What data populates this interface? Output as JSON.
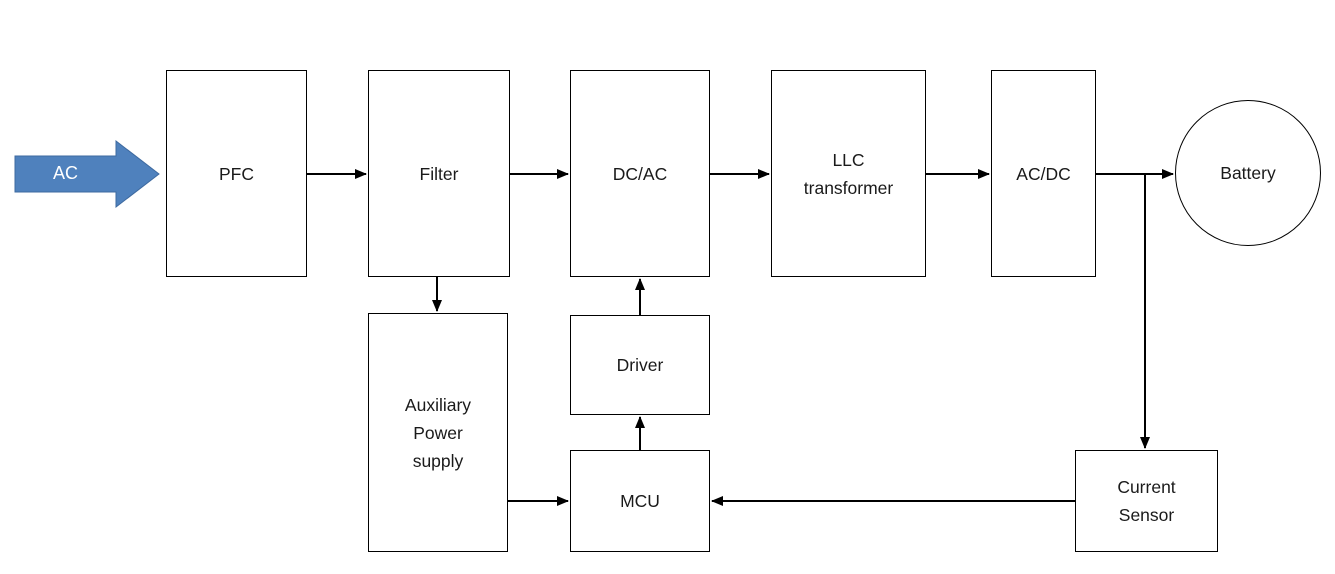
{
  "diagram": {
    "input": {
      "label": "AC",
      "fill": "#4f81bd",
      "stroke": "#3e6aa0"
    },
    "nodes": {
      "pfc": "PFC",
      "filter": "Filter",
      "dcac": "DC/AC",
      "llc": "LLC\ntransformer",
      "acdc": "AC/DC",
      "battery": "Battery",
      "aux": "Auxiliary\nPower\nsupply",
      "driver": "Driver",
      "mcu": "MCU",
      "sensor": "Current\nSensor"
    },
    "connections": [
      {
        "from": "AC",
        "to": "PFC"
      },
      {
        "from": "PFC",
        "to": "Filter"
      },
      {
        "from": "Filter",
        "to": "DC/AC"
      },
      {
        "from": "DC/AC",
        "to": "LLC transformer"
      },
      {
        "from": "LLC transformer",
        "to": "AC/DC"
      },
      {
        "from": "AC/DC",
        "to": "Battery"
      },
      {
        "from": "AC/DC to Battery line",
        "to": "Current Sensor"
      },
      {
        "from": "Filter",
        "to": "Auxiliary Power supply"
      },
      {
        "from": "Driver",
        "to": "DC/AC"
      },
      {
        "from": "MCU",
        "to": "Driver"
      },
      {
        "from": "Auxiliary Power supply",
        "to": "MCU"
      },
      {
        "from": "Current Sensor",
        "to": "MCU"
      }
    ],
    "line_color": "#000000"
  }
}
